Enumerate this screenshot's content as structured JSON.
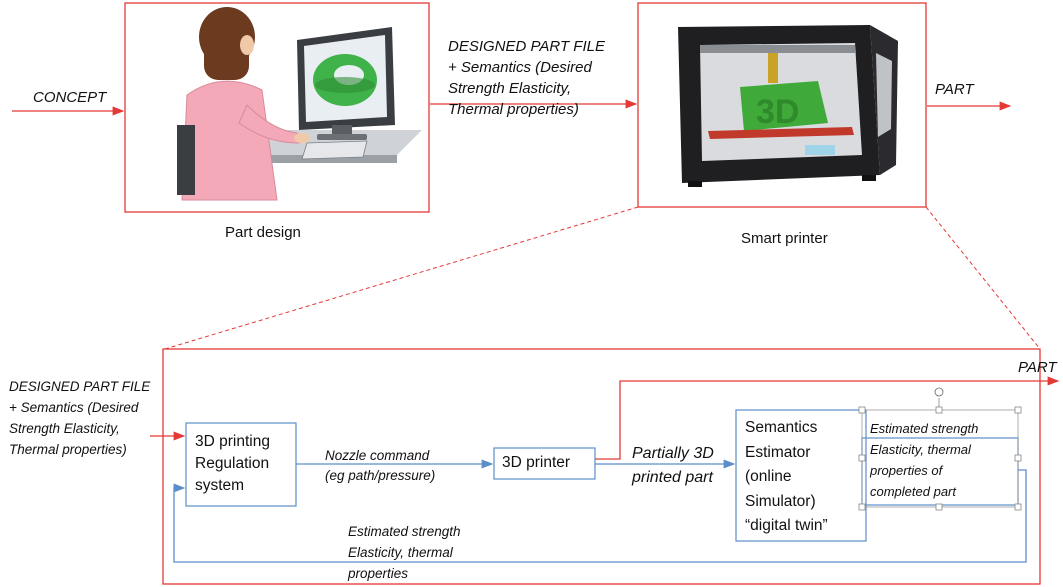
{
  "top": {
    "concept_label": "CONCEPT",
    "designed_part_file_lines": [
      "DESIGNED PART FILE",
      "+ Semantics (Desired",
      "Strength Elasticity,",
      "Thermal properties)"
    ],
    "part_label": "PART",
    "part_design_caption": "Part design",
    "smart_printer_caption": "Smart printer",
    "printer_logo_text": "3D"
  },
  "detail": {
    "input_lines": [
      "DESIGNED PART FILE",
      "+ Semantics (Desired",
      "Strength Elasticity,",
      "Thermal properties)"
    ],
    "regulation_lines": [
      "3D printing",
      "Regulation",
      "system"
    ],
    "nozzle_lines": [
      "Nozzle command",
      "(eg path/pressure)"
    ],
    "printer_label": "3D printer",
    "partial_lines": [
      "Partially 3D",
      "printed part"
    ],
    "estimator_lines": [
      "Semantics",
      "Estimator",
      "(online",
      "Simulator)",
      "“digital twin”"
    ],
    "estimated_box_lines": [
      "Estimated strength",
      "Elasticity, thermal",
      "properties of",
      "completed part"
    ],
    "feedback_lines": [
      "Estimated strength",
      "Elasticity, thermal",
      "properties"
    ],
    "part_label": "PART"
  },
  "colors": {
    "red": "#e53935",
    "blue": "#5b8ec9"
  }
}
